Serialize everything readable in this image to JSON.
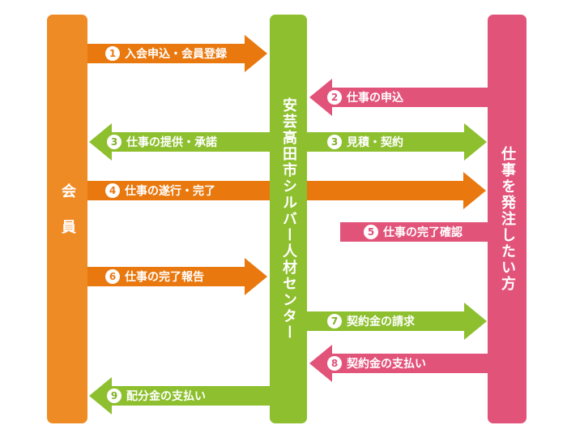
{
  "columns": {
    "member": "会員",
    "center": "安芸高田市シルバー人材センター",
    "client": "仕事を発注したい方"
  },
  "colors": {
    "member": "#ef8b25",
    "center": "#8dbf2e",
    "client": "#e2537a"
  },
  "steps": [
    {
      "num": "1",
      "label": "入会申込・会員登録"
    },
    {
      "num": "2",
      "label": "仕事の申込"
    },
    {
      "num": "3",
      "label": "仕事の提供・承諾"
    },
    {
      "num": "3",
      "label": "見積・契約"
    },
    {
      "num": "4",
      "label": "仕事の遂行・完了"
    },
    {
      "num": "5",
      "label": "仕事の完了確認"
    },
    {
      "num": "6",
      "label": "仕事の完了報告"
    },
    {
      "num": "7",
      "label": "契約金の請求"
    },
    {
      "num": "8",
      "label": "契約金の支払い"
    },
    {
      "num": "9",
      "label": "配分金の支払い"
    }
  ]
}
